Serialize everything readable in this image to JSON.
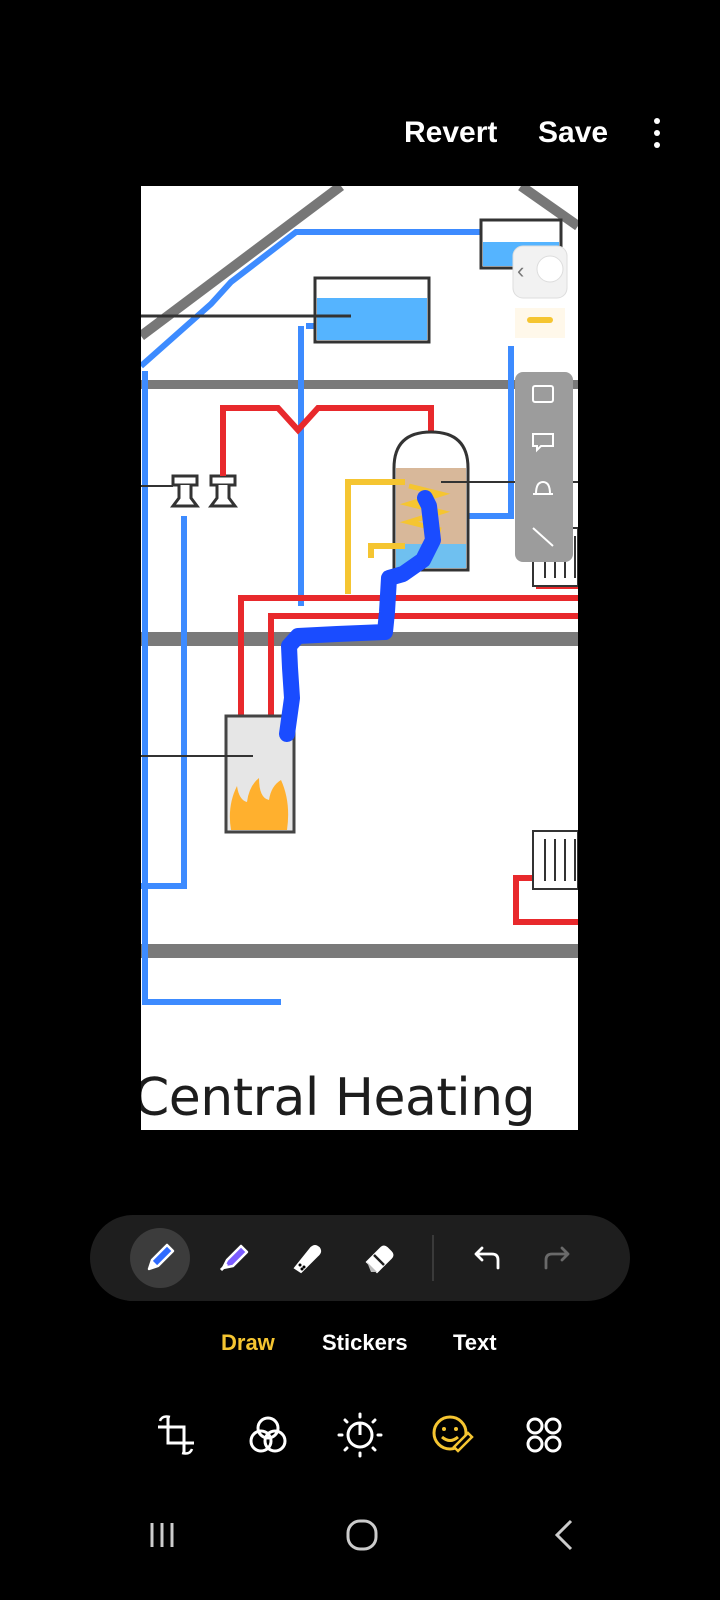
{
  "header": {
    "revert_label": "Revert",
    "save_label": "Save",
    "more_icon": "more-vertical-icon"
  },
  "image": {
    "caption": "Central Heating"
  },
  "draw_tools": {
    "selected": "pen",
    "pen_color": "#1a4cff",
    "items": [
      {
        "name": "pen",
        "icon": "pen-icon",
        "color": "#2f6bff"
      },
      {
        "name": "highlighter",
        "icon": "highlighter-icon",
        "color": "#7b5cff"
      },
      {
        "name": "marker",
        "icon": "marker-icon",
        "color": "#ffffff"
      },
      {
        "name": "eraser",
        "icon": "eraser-icon",
        "color": "#ffffff"
      }
    ],
    "undo_icon": "undo-icon",
    "redo_icon": "redo-icon"
  },
  "modes": {
    "draw": "Draw",
    "stickers": "Stickers",
    "text": "Text",
    "selected": "draw",
    "accent": "#f5c531"
  },
  "bottom_tools": [
    "crop-rotate-icon",
    "filters-icon",
    "adjust-brightness-icon",
    "decorate-icon",
    "more-tools-icon"
  ],
  "nav": [
    "recent-apps-icon",
    "home-icon",
    "back-icon"
  ]
}
